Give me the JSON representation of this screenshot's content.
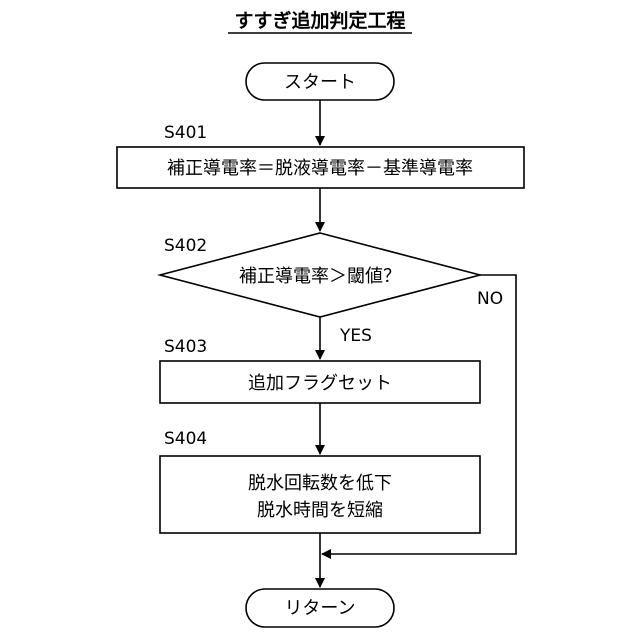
{
  "title": "すすぎ追加判定工程",
  "colors": {
    "ink": "#000000",
    "background": "#ffffff"
  },
  "nodes": {
    "start": {
      "label": "スタート"
    },
    "s401": {
      "step": "S401",
      "label": "補正導電率＝脱液導電率－基準導電率"
    },
    "s402": {
      "step": "S402",
      "label": "補正導電率＞閾値？",
      "yes_label": "YES",
      "no_label": "NO"
    },
    "s403": {
      "step": "S403",
      "label": "追加フラグセット"
    },
    "s404": {
      "step": "S404",
      "lines": [
        "脱水回転数を低下",
        "脱水時間を短縮"
      ]
    },
    "end": {
      "label": "リターン"
    }
  }
}
